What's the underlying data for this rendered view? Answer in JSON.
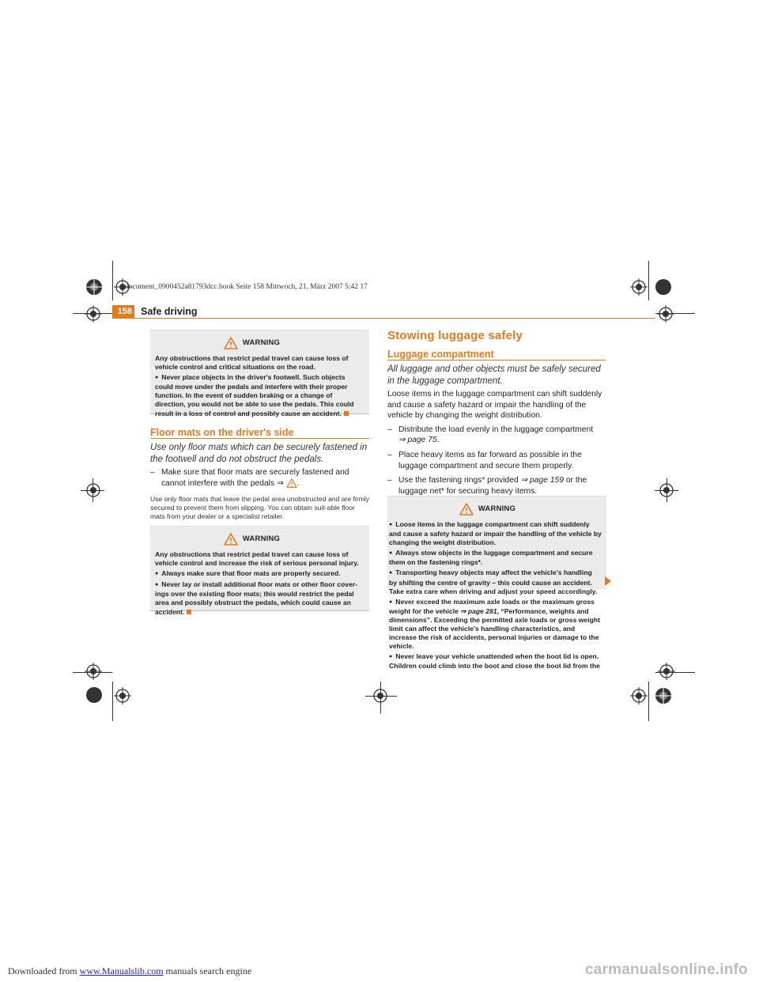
{
  "header": {
    "file_info": "document_0900452a81793dcc.book  Seite 158  Mittwoch, 21. März 2007  5:42 17",
    "page_number": "158",
    "section_title": "Safe driving"
  },
  "left": {
    "warning1": {
      "heading": "WARNING",
      "p1": "Any obstructions that restrict pedal travel can cause loss of vehicle control and critical situations on the road.",
      "b1": "Never place objects in the driver's footwell. Such objects could move under the pedals and interfere with their proper function. In the event of sudden braking or a change of direction, you would not be able to use the pedals. This could result in a loss of control and possibly cause an accident."
    },
    "floor_mats": {
      "title": "Floor mats on the driver's side",
      "intro": "Use only floor mats which can be securely fastened in the footwell and do not obstruct the pedals.",
      "step1": "Make sure that floor mats are securely fastened and cannot interfere with the pedals",
      "step1_ref": "⇒",
      "step1_end": ".",
      "note": "Use only floor mats that leave the pedal area unobstructed and are firmly secured to prevent them from slipping. You can obtain suit-able floor mats from your dealer or a specialist retailer."
    },
    "warning2": {
      "heading": "WARNING",
      "p1": "Any obstructions that restrict pedal travel can cause loss of vehicle control and increase the risk of serious personal injury.",
      "b1": "Always make sure that floor mats are properly secured.",
      "b2": "Never lay or install additional floor mats or other floor cover-ings over the existing floor mats; this would restrict the pedal area and possibly obstruct the pedals, which could cause an accident."
    }
  },
  "right": {
    "main_title": "Stowing luggage safely",
    "sub_title": "Luggage compartment",
    "intro": "All luggage and other objects must be safely secured in the luggage compartment.",
    "body": "Loose items in the luggage compartment can shift suddenly and cause a safety hazard or impair the handling of the vehicle by changing the weight distribution.",
    "step1": "Distribute the load evenly in the luggage compartment",
    "step1_ref": "⇒ page 75",
    "step2": "Place heavy items as far forward as possible in the luggage compartment and secure them properly.",
    "step3_a": "Use the fastening rings* provided",
    "step3_ref": "⇒ page 159",
    "step3_b": "or the luggage net* for securing heavy items.",
    "warning": {
      "heading": "WARNING",
      "b1": "Loose items in the luggage compartment can shift suddenly and cause a safety hazard or impair the handling of the vehicle by changing the weight distribution.",
      "b2": "Always stow objects in the luggage compartment and secure them on the fastening rings*.",
      "b3": "Transporting heavy objects may affect the vehicle's handling by shifting the centre of gravity – this could cause an accident. Take extra care when driving and adjust your speed accordingly.",
      "b4_a": "Never exceed the maximum axle loads or the maximum gross weight for the vehicle",
      "b4_ref": "⇒ page 281",
      "b4_b": ", “Performance, weights and dimensions”. Exceeding the permitted axle loads or gross weight limit can affect the vehicle's handling characteristics, and increase the risk of accidents, personal injuries or damage to the vehicle.",
      "b5": "Never leave your vehicle unattended when the boot lid is open. Children could climb into the boot and close the boot lid from the"
    }
  },
  "footer": {
    "downloaded_from": "Downloaded from",
    "link": "www.Manualslib.com",
    "suffix": "manuals search engine",
    "logo": "carmanualsonline.info"
  },
  "colors": {
    "accent": "#e27a1f",
    "warning_bg": "#ebebeb"
  }
}
